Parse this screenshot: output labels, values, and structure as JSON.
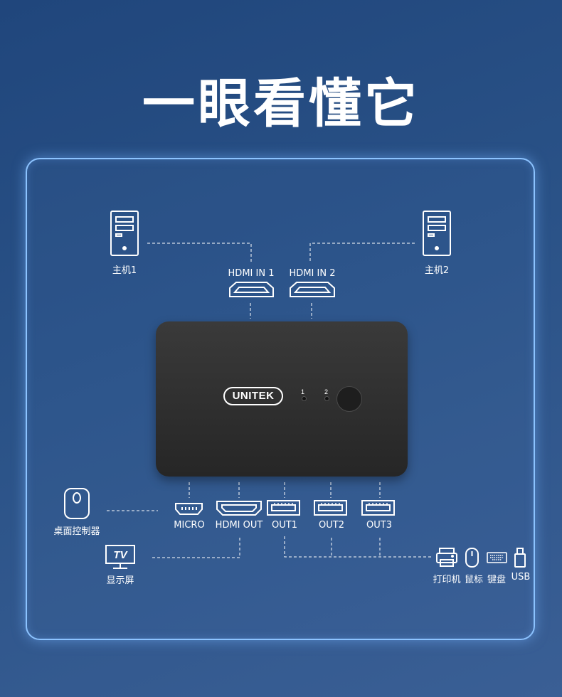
{
  "title": "一眼看懂它",
  "device": {
    "brand": "UNITEK",
    "led_1": "1",
    "led_2": "2"
  },
  "hosts": {
    "host1": "主机1",
    "host2": "主机2"
  },
  "inputs": {
    "hdmi_in_1": "HDMI IN 1",
    "hdmi_in_2": "HDMI IN 2"
  },
  "ports": {
    "micro": "MICRO",
    "hdmi_out": "HDMI OUT",
    "out1": "OUT1",
    "out2": "OUT2",
    "out3": "OUT3"
  },
  "peripherals": {
    "desktop_controller": "桌面控制器",
    "display": "显示屏",
    "tv_text": "TV",
    "printer": "打印机",
    "mouse": "鼠标",
    "keyboard": "键盘",
    "usb": "USB"
  },
  "colors": {
    "background": "#2a5287",
    "panel_border": "#8cc3ff",
    "device_body": "#2f2f2f"
  }
}
